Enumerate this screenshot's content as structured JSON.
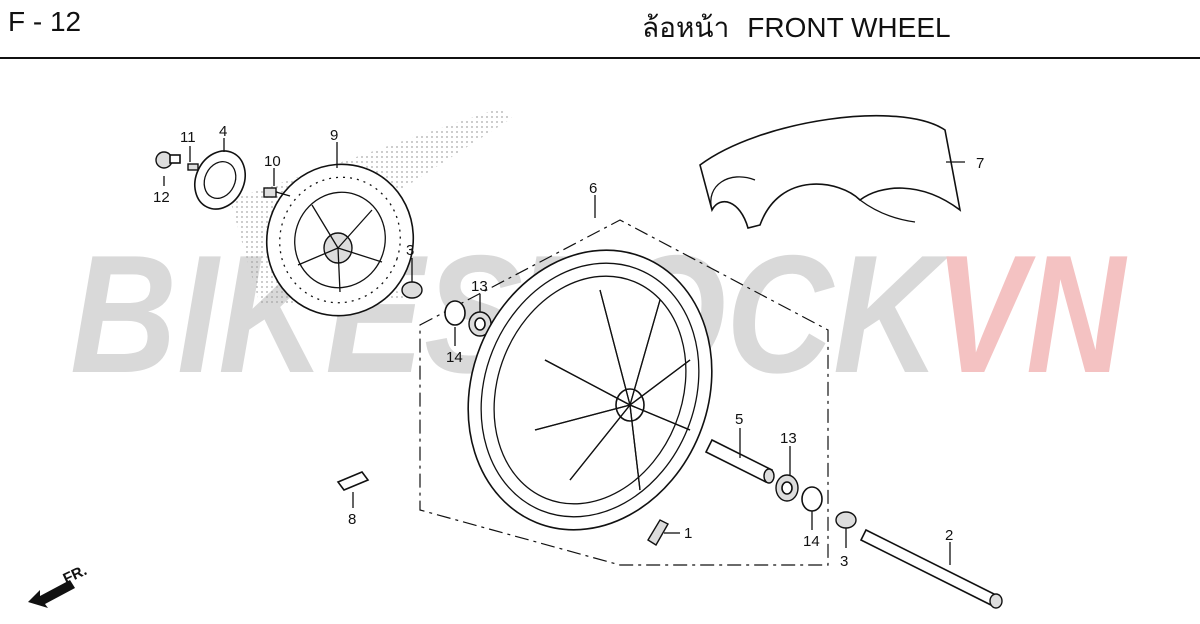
{
  "header": {
    "page_code": "F - 12",
    "title_th": "ล้อหน้า",
    "title_en": "FRONT WHEEL"
  },
  "watermark": {
    "text_a": "BIKESTOCK",
    "text_b": "VN",
    "color_a": "#d9d9d9",
    "color_b": "#f4c2c2"
  },
  "direction_marker": {
    "label": "FR."
  },
  "callouts": {
    "c1": "1",
    "c2": "2",
    "c3a": "3",
    "c3b": "3",
    "c4": "4",
    "c5": "5",
    "c6": "6",
    "c7": "7",
    "c8": "8",
    "c9": "9",
    "c10": "10",
    "c11": "11",
    "c12": "12",
    "c13a": "13",
    "c13b": "13",
    "c14a": "14",
    "c14b": "14"
  }
}
